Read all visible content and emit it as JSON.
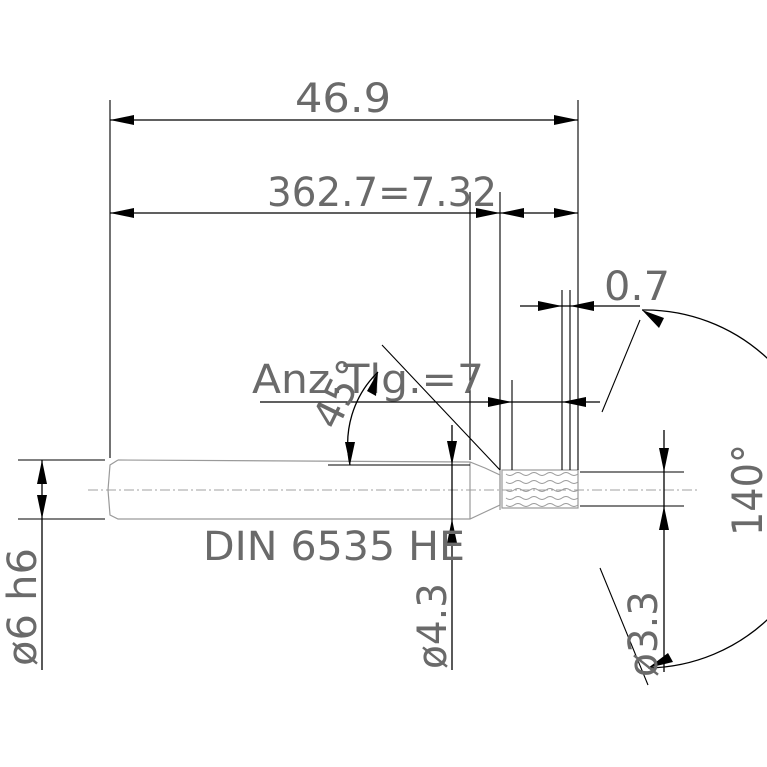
{
  "drawing": {
    "dim_overall_length": "46.9",
    "dim_flute_length": "362.7=7.32",
    "dim_chamfer_length": "0.7",
    "label_teeth": "Anz.Tlg.=7",
    "dim_chamfer_angle": "45°",
    "dim_tip_angle": "140°",
    "dim_shank_diameter": "ø6 h6",
    "dim_neck_diameter": "ø4.3",
    "dim_tip_diameter": "ø3.3",
    "label_standard": "DIN 6535 HE"
  }
}
